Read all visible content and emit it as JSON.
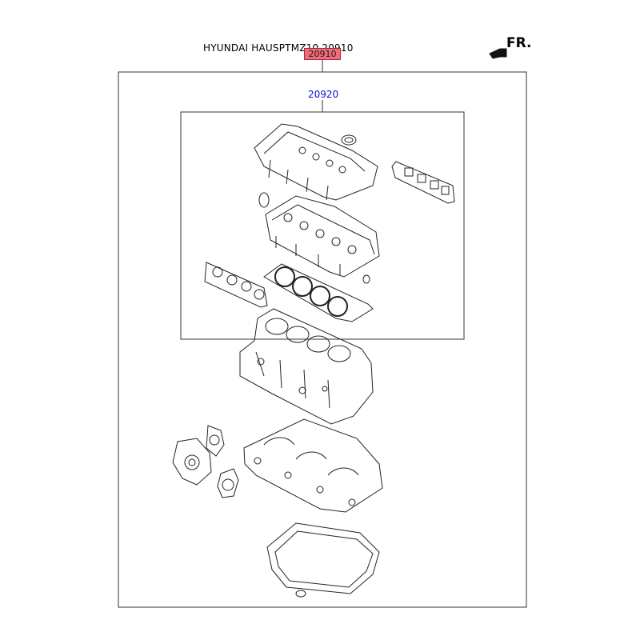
{
  "diagram": {
    "title": "HYUNDAI HAUSPTMZ10   20910",
    "highlight_label": "20910",
    "sub_label": "20920",
    "direction_label": "FR.",
    "colors": {
      "highlight": "#f26b7a",
      "sub_label": "#1010cc"
    }
  }
}
